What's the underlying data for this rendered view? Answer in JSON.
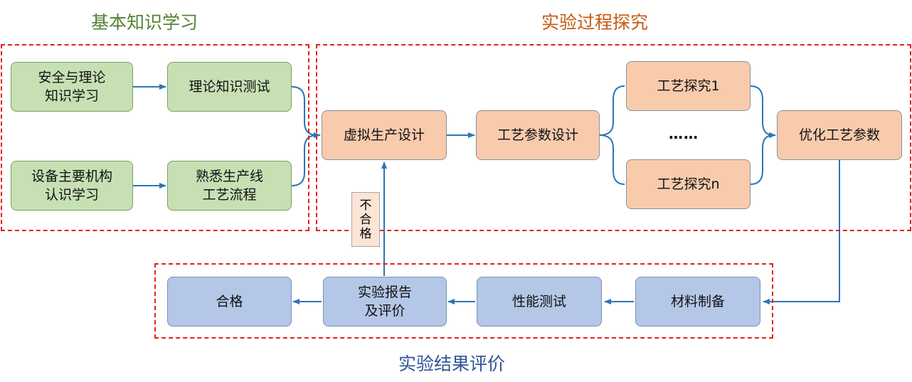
{
  "sections": {
    "basic": {
      "title": "基本知识学习",
      "color": "#548235"
    },
    "process": {
      "title": "实验过程探究",
      "color": "#c55a11"
    },
    "result": {
      "title": "实验结果评价",
      "color": "#2f5597"
    }
  },
  "nodes": {
    "safety": "安全与理论\n知识学习",
    "theory_test": "理论知识测试",
    "equipment": "设备主要机构\n认识学习",
    "line_familiar": "熟悉生产线\n工艺流程",
    "virtual_design": "虚拟生产设计",
    "param_design": "工艺参数设计",
    "explore_1": "工艺探究1",
    "explore_ellipsis": "……",
    "explore_n": "工艺探究n",
    "optimize": "优化工艺参数",
    "material": "材料制备",
    "performance": "性能测试",
    "report": "实验报告\n及评价",
    "qualified": "合格"
  },
  "feedback_label": "不\n合\n格",
  "colors": {
    "arrow": "#2e75b6",
    "section_border": "#e2231a"
  }
}
